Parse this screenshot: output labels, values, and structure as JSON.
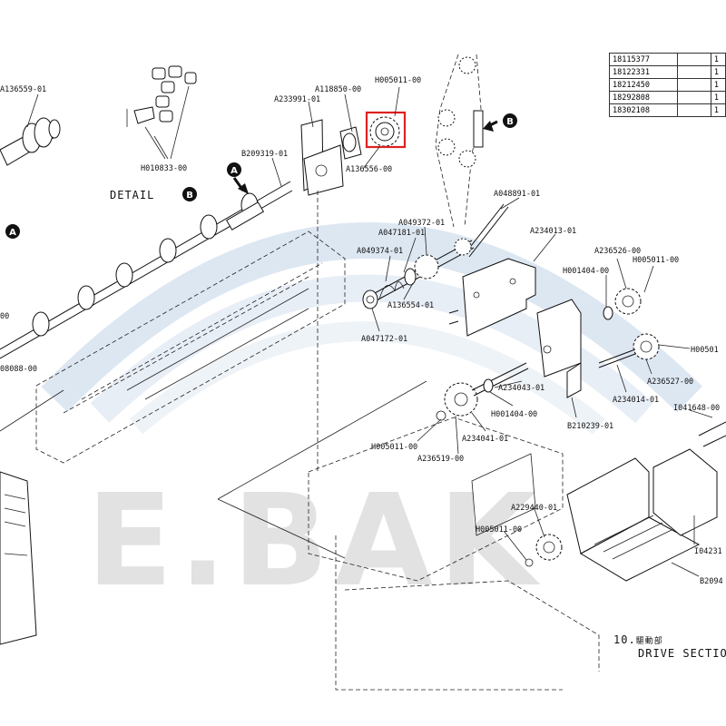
{
  "watermark": "E.BAK",
  "detail_label": "DETAIL",
  "callouts": {
    "a": "A",
    "b": "B"
  },
  "section": {
    "number": "10.",
    "title_jp": "驅動部",
    "title": "DRIVE SECTION"
  },
  "ref_table": {
    "rows": [
      "18115377",
      "18122331",
      "18212450",
      "18292808",
      "18302108"
    ],
    "edge_mark": "1"
  },
  "parts": {
    "p01": "A136559-01",
    "p02": "H010833-00",
    "p03": "A233991-01",
    "p04": "A118850-00",
    "p05": "H005011-00",
    "p06": "A136556-00",
    "p07": "B209319-01",
    "p08": "A048891-01",
    "p09": "A049372-01",
    "p10": "A047181-01",
    "p11": "A234013-01",
    "p12": "A049374-01",
    "p13": "A136554-01",
    "p14": "A047172-01",
    "p15": "A236526-00",
    "p16": "H001404-00",
    "p17": "H005011-00",
    "p18": "H00501",
    "p19": "A236527-00",
    "p20": "A234014-01",
    "p21": "A234043-01",
    "p22": "H001404-00",
    "p23": "B210239-01",
    "p24": "I041648-00",
    "p25": "H005011-00",
    "p26": "A234041-01",
    "p27": "A236519-00",
    "p28": "A229440-01",
    "p29": "H005011-00",
    "p30": "I04231",
    "p31": "B2094",
    "p32": "00",
    "p33": "08088-00"
  },
  "colors": {
    "highlight": "#e02020",
    "watermark": "#9aa0a6",
    "bg_arc": "#dde7f2"
  }
}
